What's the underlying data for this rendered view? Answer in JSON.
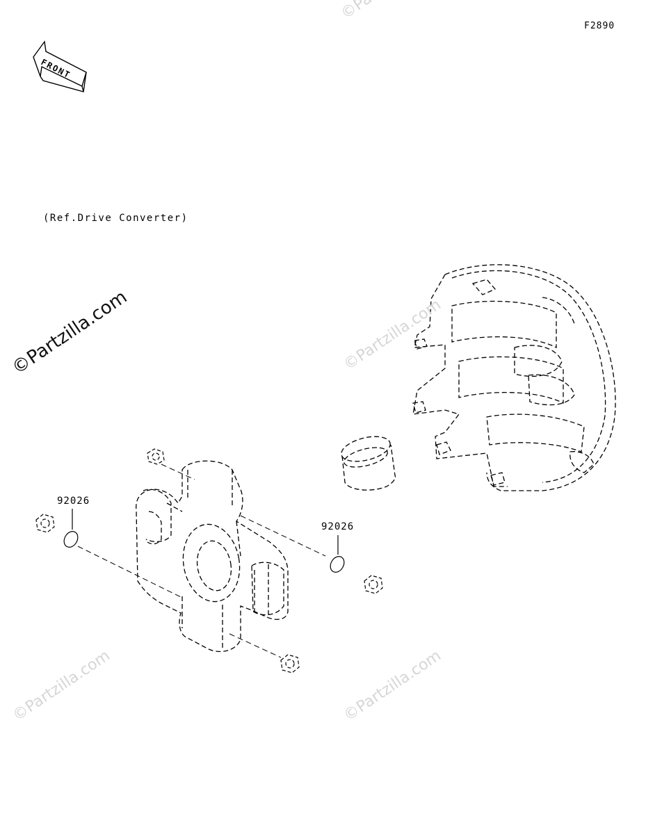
{
  "figure": {
    "code": "F2890",
    "reference_note": "(Ref.Drive Converter)",
    "front_arrow_text": "FRONT"
  },
  "callouts": [
    {
      "part_number": "92026"
    },
    {
      "part_number": "92026"
    }
  ],
  "watermarks": {
    "main": "©Partzilla.com",
    "faint": "©Partzilla.com"
  },
  "colors": {
    "line": "#000000",
    "watermark_faint": "#d6d6d6"
  }
}
